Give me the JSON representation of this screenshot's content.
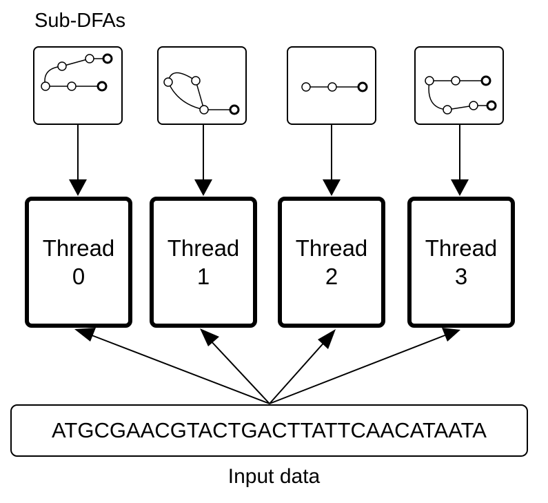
{
  "title": "Sub-DFAs",
  "input": {
    "sequence": "ATGCGAACGTACTGACTTATTCAACATAATA",
    "caption": "Input data"
  },
  "threads": [
    {
      "name": "Thread",
      "index": "0"
    },
    {
      "name": "Thread",
      "index": "1"
    },
    {
      "name": "Thread",
      "index": "2"
    },
    {
      "name": "Thread",
      "index": "3"
    }
  ],
  "sub_dfas": [
    {
      "shape": "two-chains-joined",
      "states": 6
    },
    {
      "shape": "loop-with-tail",
      "states": 4
    },
    {
      "shape": "simple-chain",
      "states": 3
    },
    {
      "shape": "two-chains-joined",
      "states": 6
    }
  ],
  "colors": {
    "stroke": "#000000",
    "background": "#ffffff"
  }
}
